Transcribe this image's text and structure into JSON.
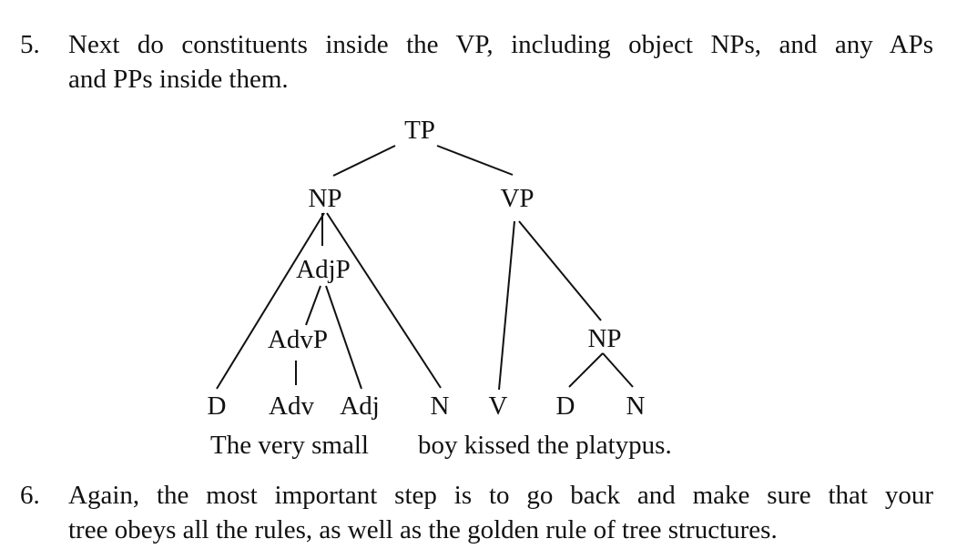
{
  "items": [
    {
      "number": "5.",
      "line1": "Next do constituents inside the VP, including object NPs, and any APs",
      "line2": "and PPs inside them."
    },
    {
      "number": "6.",
      "line1": "Again, the most important step is to go back and make sure that your",
      "line2": "tree obeys all the rules, as well as the golden rule of tree structures."
    }
  ],
  "tree": {
    "nodes": {
      "tp": "TP",
      "np_subject": "NP",
      "vp": "VP",
      "adjp": "AdjP",
      "advp": "AdvP",
      "np_object": "NP",
      "d1": "D",
      "adv": "Adv",
      "adj": "Adj",
      "n1": "N",
      "v": "V",
      "d2": "D",
      "n2": "N"
    },
    "sentence": {
      "part1": "The very small",
      "part2": "boy kissed the platypus."
    }
  }
}
